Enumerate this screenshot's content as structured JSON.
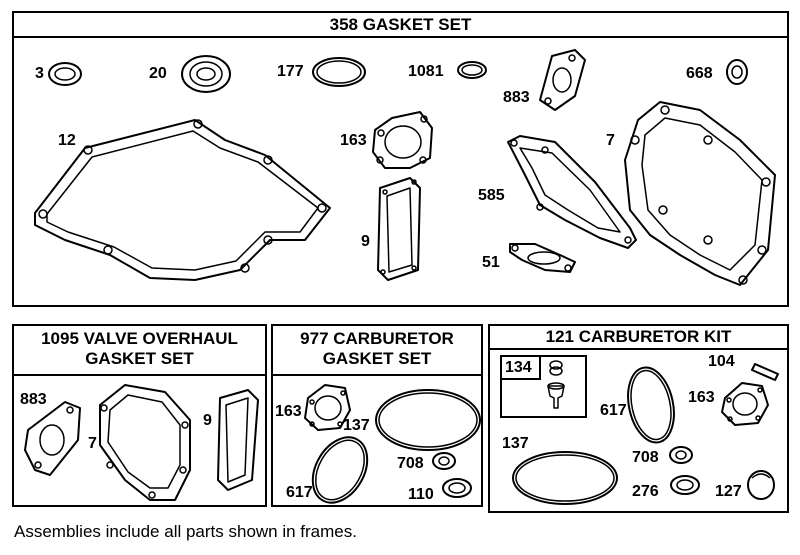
{
  "frames": {
    "main": {
      "title": "358 GASKET SET"
    },
    "valve": {
      "title_line1": "1095 VALVE OVERHAUL",
      "title_line2": "GASKET SET"
    },
    "carb_gasket": {
      "title_line1": "977 CARBURETOR",
      "title_line2": "GASKET SET"
    },
    "carb_kit": {
      "title": "121 CARBURETOR KIT",
      "sub_assembly": "134"
    }
  },
  "labels": {
    "main": [
      "3",
      "20",
      "177",
      "1081",
      "883",
      "668",
      "12",
      "163",
      "7",
      "585",
      "9",
      "51"
    ],
    "valve": [
      "883",
      "7",
      "9"
    ],
    "carb_gasket": [
      "163",
      "137",
      "708",
      "617",
      "110"
    ],
    "carb_kit": [
      "104",
      "617",
      "163",
      "137",
      "708",
      "276",
      "127"
    ]
  },
  "footnote": "Assemblies include all parts shown in frames."
}
